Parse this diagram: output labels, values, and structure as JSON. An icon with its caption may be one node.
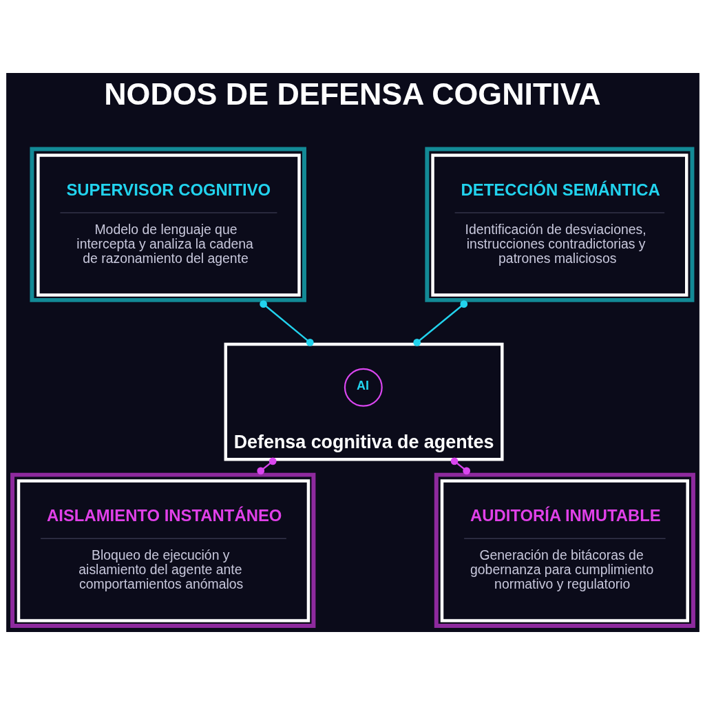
{
  "diagram": {
    "title": "NODOS DE DEFENSA COGNITIVA",
    "nodes": [
      {
        "text": [
          "SUPERVISOR COGNITIVO",
          "Modelo de lenguaje que intercepta y analiza la cadena de razonamiento del agente"
        ]
      },
      {
        "text": [
          "DETECCIÓN SEMÁNTICA",
          "Identificación de desviaciones, instrucciones contradictorias y patrones maliciosos"
        ]
      },
      {
        "text": [
          "Defensa cognitiva de agentes"
        ]
      },
      {
        "text": [
          "AI"
        ],
        "in": 2
      },
      {
        "text": [
          "AISLAMIENTO INSTANTÁNEO",
          "Bloqueo de ejecución y aislamiento del agente ante comportamientos anómalos"
        ]
      },
      {
        "text": [
          "AUDITORÍA INMUTABLE",
          "Generación de bitácoras de gobernanza para cumplimiento normativo y regulatorio"
        ]
      }
    ],
    "edges": [
      {
        "from": 0,
        "to": 2,
        "arrow": "other",
        "color": "#22d3ee"
      },
      {
        "from": 1,
        "to": 2,
        "arrow": "other",
        "color": "#22d3ee"
      },
      {
        "from": 2,
        "to": 4,
        "arrow": "other",
        "color": "#d946ef"
      },
      {
        "from": 2,
        "to": 5,
        "arrow": "other",
        "color": "#d946ef"
      }
    ]
  }
}
